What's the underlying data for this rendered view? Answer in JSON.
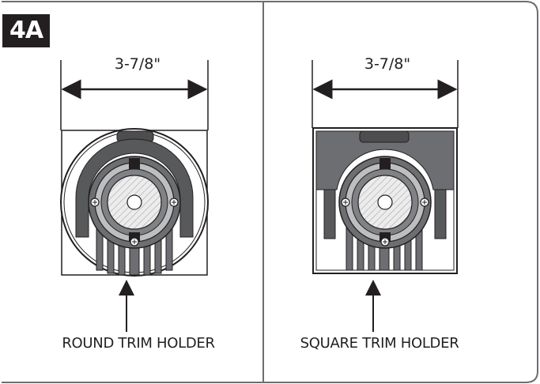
{
  "figure": {
    "badge": "4A",
    "left_panel": {
      "dimension": "3-7/8\"",
      "caption": "ROUND TRIM HOLDER"
    },
    "right_panel": {
      "dimension": "3-7/8\"",
      "caption": "SQUARE TRIM HOLDER"
    }
  },
  "colors": {
    "line": "#231f20",
    "dark_fill": "#4d4d4f",
    "mid_fill": "#6d6e71",
    "light_fill": "#bcbec0",
    "hatch_fill": "#e6e7e8"
  }
}
